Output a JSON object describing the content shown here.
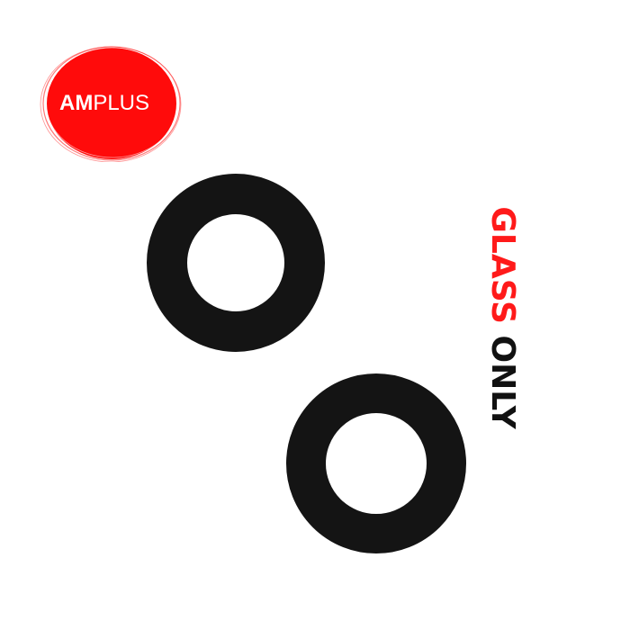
{
  "brand": {
    "name_bold": "AM",
    "name_regular": "PLUS",
    "badge_color": "#ff0b0b",
    "text_color": "#ffffff",
    "icon": "circle-logo-icon"
  },
  "label": {
    "word_1": "GLASS",
    "word_2": "ONLY",
    "word_1_color": "#ff1a1a",
    "word_2_color": "#111111"
  },
  "product": {
    "items": [
      {
        "icon": "camera-lens-ring-icon",
        "color": "#141414"
      },
      {
        "icon": "camera-lens-ring-icon",
        "color": "#141414"
      }
    ]
  }
}
